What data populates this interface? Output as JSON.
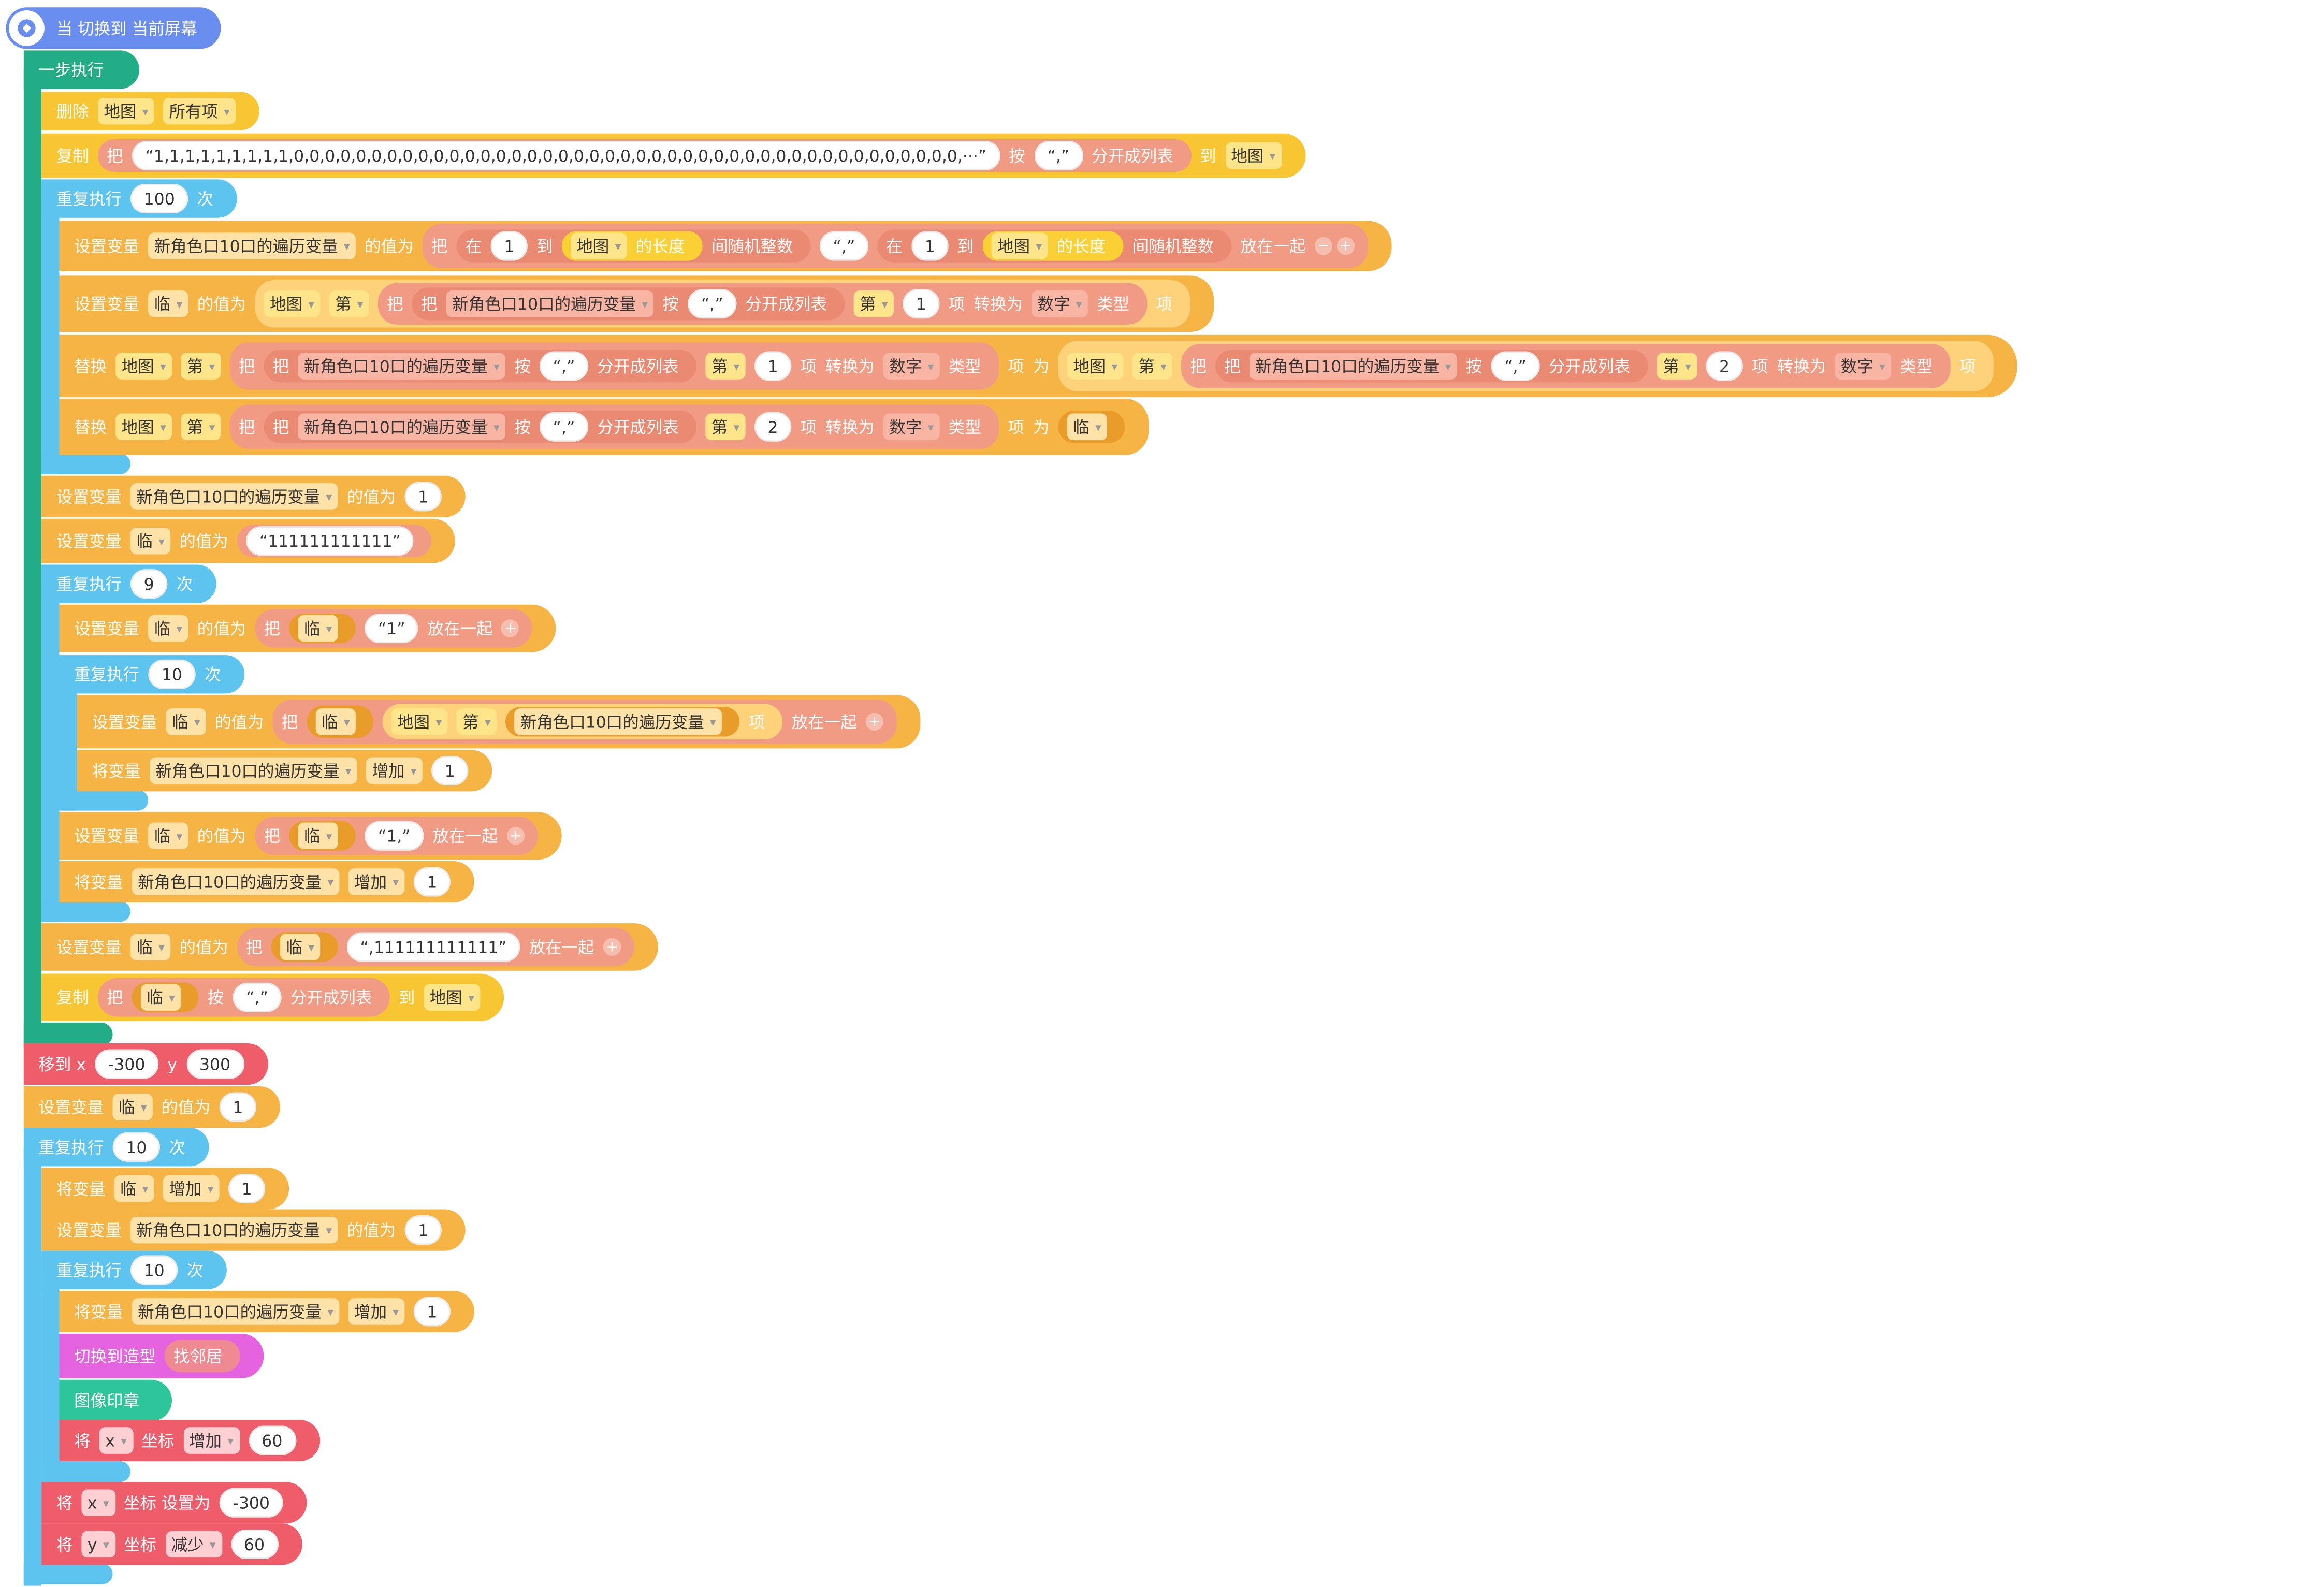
{
  "script": {
    "hat": {
      "label": "当 切换到 当前屏幕",
      "icon": "screen-switch-icon"
    },
    "step_exec": "一步执行",
    "delete": {
      "label": "删除",
      "list": "地图",
      "which": "所有项"
    },
    "copy1": {
      "label": "复制",
      "ba": "把",
      "text": "“1,1,1,1,1,1,1,1,1,0,0,0,0,0,0,0,0,0,0,0,0,0,0,0,0,0,0,0,0,0,0,0,0,0,0,0,0,0,0,0,0,0,0,0,0,0,0,0,0,0,0,0,···”",
      "an": "按",
      "sep": "“,”",
      "split": "分开成列表",
      "dao": "到",
      "list": "地图"
    },
    "repeat100": {
      "label": "重复执行",
      "count": "100",
      "ci": "次"
    },
    "set_iter_random": {
      "label": "设置变量",
      "var": "新角色口10口的遍历变量",
      "value_of": "的值为",
      "ba": "把",
      "zai": "在",
      "from1": "1",
      "dao": "到",
      "list1": "地图",
      "length": "的长度",
      "random": "间随机整数",
      "sep": "“,”",
      "zai2": "在",
      "from2": "1",
      "dao2": "到",
      "list2": "地图",
      "length2": "的长度",
      "random2": "间随机整数",
      "join": "放在一起",
      "minus": "−",
      "plus": "+"
    },
    "set_lin_item": {
      "label": "设置变量",
      "var": "临",
      "value_of": "的值为",
      "list": "地图",
      "di": "第",
      "ba": "把",
      "ba2": "把",
      "iter": "新角色口10口的遍历变量",
      "an": "按",
      "sep": "“,”",
      "split": "分开成列表",
      "di2": "第",
      "idx": "1",
      "xiang": "项",
      "convert": "转换为",
      "num": "数字",
      "type": "类型",
      "xiang2": "项"
    },
    "replace1": {
      "label": "替换",
      "list": "地图",
      "di": "第",
      "ba": "把",
      "ba2": "把",
      "iter": "新角色口10口的遍历变量",
      "an": "按",
      "sep": "“,”",
      "split": "分开成列表",
      "di2": "第",
      "idx": "1",
      "xiang": "项",
      "convert": "转换为",
      "num": "数字",
      "type": "类型",
      "xiang2": "项",
      "wei": "为",
      "list_b": "地图",
      "di_b": "第",
      "ba_b": "把",
      "ba_b2": "把",
      "iter_b": "新角色口10口的遍历变量",
      "an_b": "按",
      "sep_b": "“,”",
      "split_b": "分开成列表",
      "di_b2": "第",
      "idx_b": "2",
      "xiang_b": "项",
      "convert_b": "转换为",
      "num_b": "数字",
      "type_b": "类型",
      "xiang_b2": "项"
    },
    "replace2": {
      "label": "替换",
      "list": "地图",
      "di": "第",
      "ba": "把",
      "ba2": "把",
      "iter": "新角色口10口的遍历变量",
      "an": "按",
      "sep": "“,”",
      "split": "分开成列表",
      "di2": "第",
      "idx": "2",
      "xiang": "项",
      "convert": "转换为",
      "num": "数字",
      "type": "类型",
      "xiang2": "项",
      "wei": "为",
      "var": "临"
    },
    "set_iter_1": {
      "label": "设置变量",
      "var": "新角色口10口的遍历变量",
      "value_of": "的值为",
      "value": "1"
    },
    "set_lin_str": {
      "label": "设置变量",
      "var": "临",
      "value_of": "的值为",
      "value": "“111111111111”"
    },
    "repeat9": {
      "label": "重复执行",
      "count": "9",
      "ci": "次"
    },
    "set_lin_join1": {
      "label": "设置变量",
      "var": "临",
      "value_of": "的值为",
      "ba": "把",
      "var2": "临",
      "text": "“1”",
      "join": "放在一起",
      "plus": "+"
    },
    "repeat10a": {
      "label": "重复执行",
      "count": "10",
      "ci": "次"
    },
    "set_lin_join_map": {
      "label": "设置变量",
      "var": "临",
      "value_of": "的值为",
      "ba": "把",
      "var2": "临",
      "list": "地图",
      "di": "第",
      "iter": "新角色口10口的遍历变量",
      "xiang": "项",
      "join": "放在一起",
      "plus": "+"
    },
    "change_iter_a": {
      "label": "将变量",
      "var": "新角色口10口的遍历变量",
      "op": "增加",
      "value": "1"
    },
    "set_lin_join2": {
      "label": "设置变量",
      "var": "临",
      "value_of": "的值为",
      "ba": "把",
      "var2": "临",
      "text": "“1,”",
      "join": "放在一起",
      "plus": "+"
    },
    "change_iter_b": {
      "label": "将变量",
      "var": "新角色口10口的遍历变量",
      "op": "增加",
      "value": "1"
    },
    "set_lin_join3": {
      "label": "设置变量",
      "var": "临",
      "value_of": "的值为",
      "ba": "把",
      "var2": "临",
      "text": "“,111111111111”",
      "join": "放在一起",
      "plus": "+"
    },
    "copy2": {
      "label": "复制",
      "ba": "把",
      "var": "临",
      "an": "按",
      "sep": "“,”",
      "split": "分开成列表",
      "dao": "到",
      "list": "地图"
    },
    "goto": {
      "label": "移到 x",
      "x": "-300",
      "ylabel": "y",
      "y": "300"
    },
    "set_lin_1": {
      "label": "设置变量",
      "var": "临",
      "value_of": "的值为",
      "value": "1"
    },
    "repeat10b": {
      "label": "重复执行",
      "count": "10",
      "ci": "次"
    },
    "change_lin": {
      "label": "将变量",
      "var": "临",
      "op": "增加",
      "value": "1"
    },
    "set_iter_1b": {
      "label": "设置变量",
      "var": "新角色口10口的遍历变量",
      "value_of": "的值为",
      "value": "1"
    },
    "repeat10c": {
      "label": "重复执行",
      "count": "10",
      "ci": "次"
    },
    "change_iter_c": {
      "label": "将变量",
      "var": "新角色口10口的遍历变量",
      "op": "增加",
      "value": "1"
    },
    "costume": {
      "label": "切换到造型",
      "value": "找邻居"
    },
    "stamp": {
      "label": "图像印章"
    },
    "change_x": {
      "label": "将",
      "axis": "x",
      "coord": "坐标",
      "op": "增加",
      "value": "60"
    },
    "set_x": {
      "label": "将",
      "axis": "x",
      "coord": "坐标 设置为",
      "value": "-300"
    },
    "change_y": {
      "label": "将",
      "axis": "y",
      "coord": "坐标",
      "op": "减少",
      "value": "60"
    }
  },
  "colors": {
    "event": "#6a8ef0",
    "control": "#23ad86",
    "loop": "#5dc3ef",
    "variable": "#f5b444",
    "list": "#fbd035",
    "operator": "#f29b84",
    "motion": "#ef5d6a",
    "looks": "#e663e0"
  }
}
